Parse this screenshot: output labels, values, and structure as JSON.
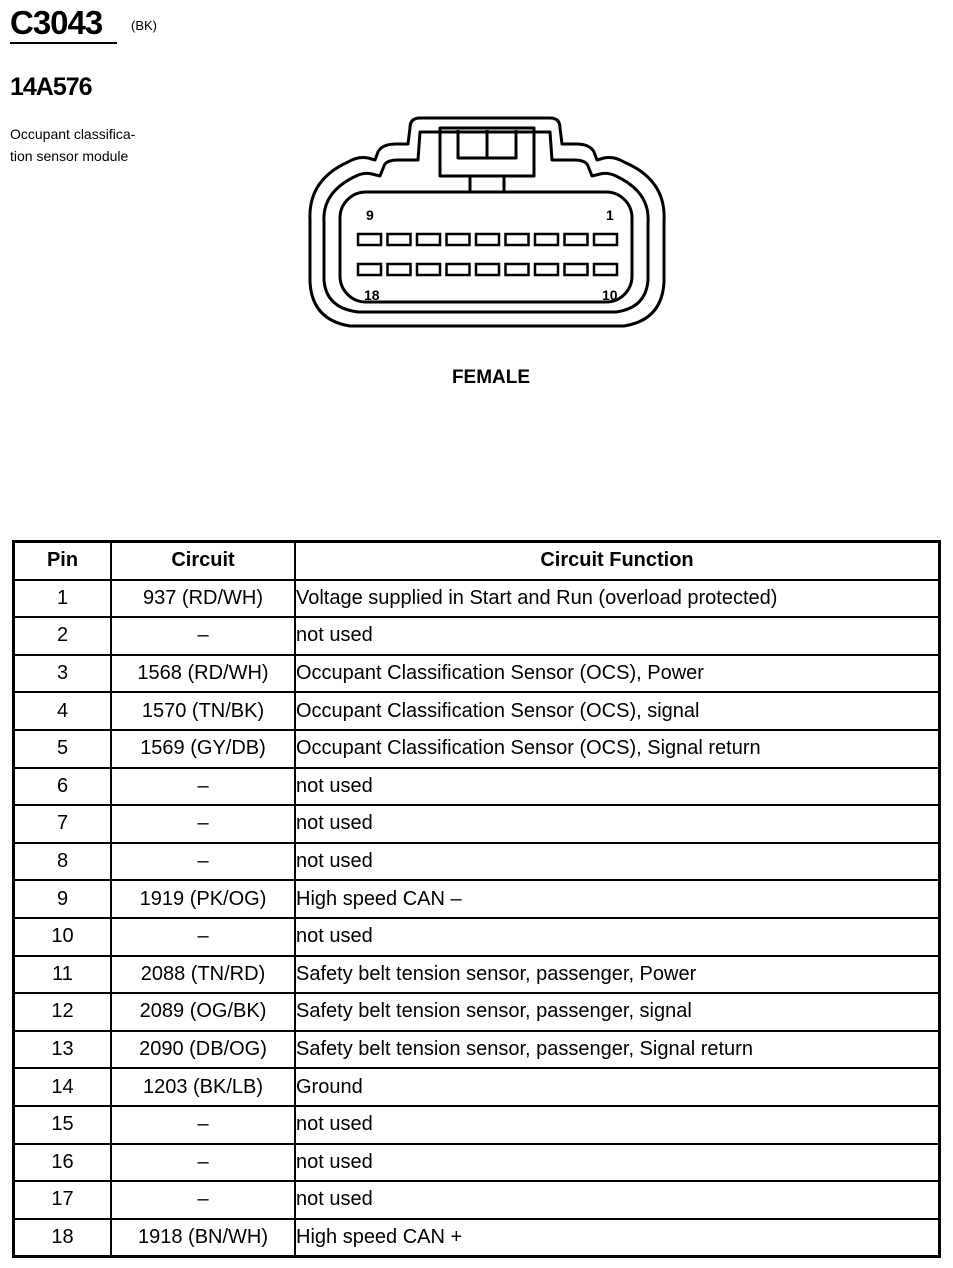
{
  "connector": {
    "id": "C3043",
    "color": "(BK)",
    "part_number": "14A576",
    "description": "Occupant classifica-\ntion sensor module",
    "description_lines": [
      "Occupant classifica-",
      "tion sensor module"
    ],
    "gender": "FEMALE",
    "pin_labels": {
      "top_left": "9",
      "top_right": "1",
      "bottom_left": "18",
      "bottom_right": "10"
    }
  },
  "table": {
    "headers": [
      "Pin",
      "Circuit",
      "Circuit Function"
    ],
    "rows": [
      {
        "pin": "1",
        "circuit": "937 (RD/WH)",
        "function": "Voltage supplied in Start and Run (overload protected)"
      },
      {
        "pin": "2",
        "circuit": "–",
        "function": "not used"
      },
      {
        "pin": "3",
        "circuit": "1568 (RD/WH)",
        "function": "Occupant Classification Sensor (OCS), Power"
      },
      {
        "pin": "4",
        "circuit": "1570 (TN/BK)",
        "function": "Occupant Classification Sensor (OCS), signal"
      },
      {
        "pin": "5",
        "circuit": "1569 (GY/DB)",
        "function": "Occupant Classification Sensor (OCS), Signal return"
      },
      {
        "pin": "6",
        "circuit": "–",
        "function": "not used"
      },
      {
        "pin": "7",
        "circuit": "–",
        "function": "not used"
      },
      {
        "pin": "8",
        "circuit": "–",
        "function": "not used"
      },
      {
        "pin": "9",
        "circuit": "1919 (PK/OG)",
        "function": "High speed CAN –"
      },
      {
        "pin": "10",
        "circuit": "–",
        "function": "not used"
      },
      {
        "pin": "11",
        "circuit": "2088 (TN/RD)",
        "function": "Safety belt tension sensor, passenger, Power"
      },
      {
        "pin": "12",
        "circuit": "2089 (OG/BK)",
        "function": "Safety belt tension sensor, passenger, signal"
      },
      {
        "pin": "13",
        "circuit": "2090 (DB/OG)",
        "function": "Safety belt tension sensor, passenger, Signal return"
      },
      {
        "pin": "14",
        "circuit": "1203 (BK/LB)",
        "function": "Ground"
      },
      {
        "pin": "15",
        "circuit": "–",
        "function": "not used"
      },
      {
        "pin": "16",
        "circuit": "–",
        "function": "not used"
      },
      {
        "pin": "17",
        "circuit": "–",
        "function": "not used"
      },
      {
        "pin": "18",
        "circuit": "1918 (BN/WH)",
        "function": "High speed CAN +"
      }
    ]
  }
}
